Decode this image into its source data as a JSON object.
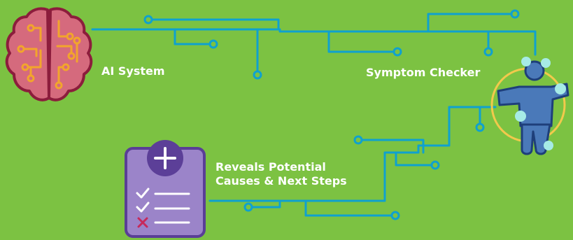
{
  "labels": {
    "ai_system": "AI System",
    "symptom_checker": "Symptom Checker",
    "reveals_line1": "Reveals Potential",
    "reveals_line2": "Causes & Next Steps"
  },
  "colors": {
    "background": "#7cc242",
    "circuit": "#0fa1cf",
    "brain_fill": "#d56a7d",
    "brain_outline": "#8c1d3c",
    "brain_traces": "#f2a52c",
    "person_fill": "#4a79b9",
    "person_outline": "#1e3f7a",
    "ring": "#f2c94c",
    "joint_dots": "#a6ebe6",
    "clipboard_fill": "#9b84c9",
    "clipboard_outline": "#5a3e96",
    "clipboard_badge": "#5c3f98",
    "check_mark": "#ffffff",
    "x_mark": "#c62a5b"
  },
  "icons": {
    "brain": "brain-circuit-icon",
    "person": "person-body-icon",
    "clipboard": "clipboard-checklist-icon"
  }
}
